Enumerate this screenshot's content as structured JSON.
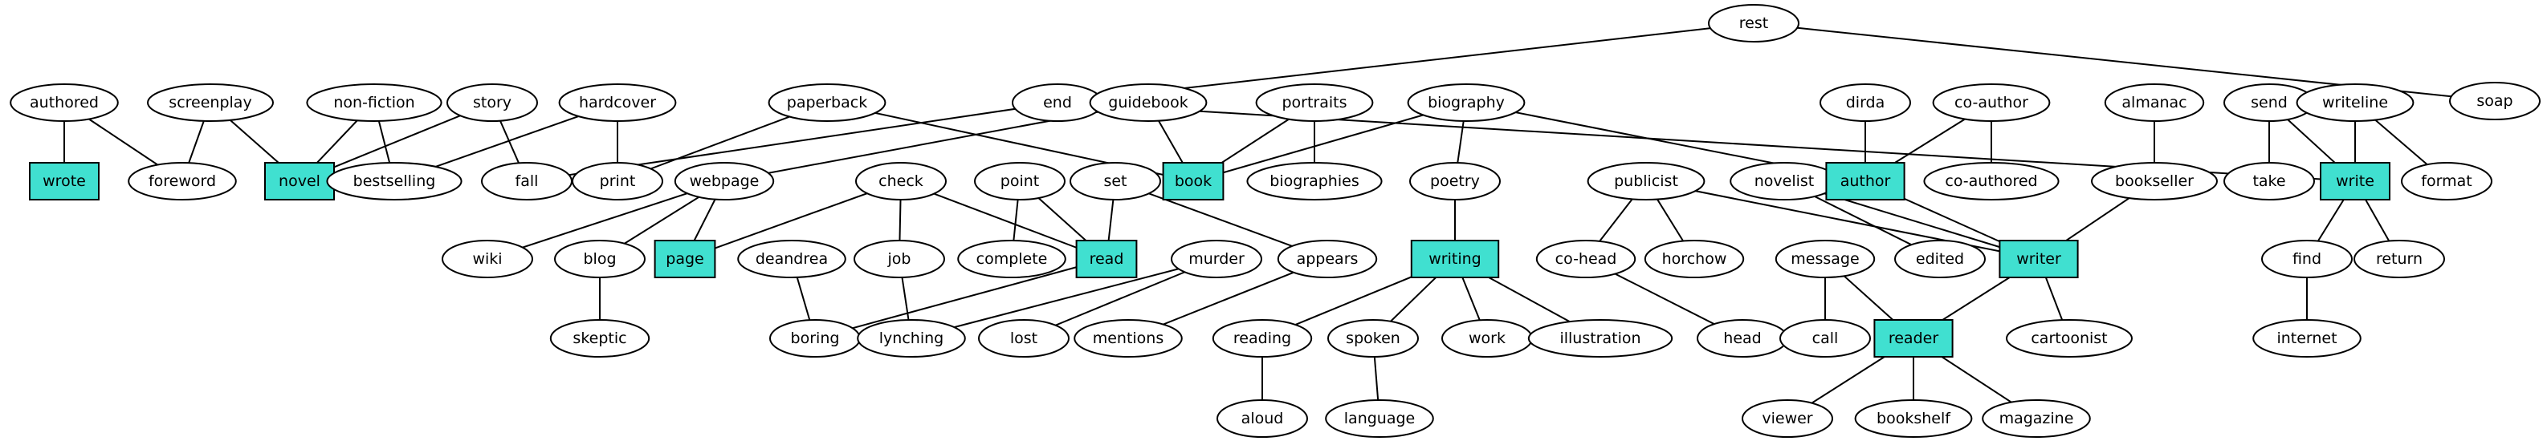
{
  "colors": {
    "highlight_fill": "#40e0d0",
    "node_fill": "#ffffff",
    "stroke": "#000000"
  },
  "nodes": [
    {
      "id": "rest",
      "label": "rest",
      "shape": "ellipse"
    },
    {
      "id": "soap",
      "label": "soap",
      "shape": "ellipse"
    },
    {
      "id": "authored",
      "label": "authored",
      "shape": "ellipse"
    },
    {
      "id": "screenplay",
      "label": "screenplay",
      "shape": "ellipse"
    },
    {
      "id": "non-fiction",
      "label": "non-fiction",
      "shape": "ellipse"
    },
    {
      "id": "story",
      "label": "story",
      "shape": "ellipse"
    },
    {
      "id": "hardcover",
      "label": "hardcover",
      "shape": "ellipse"
    },
    {
      "id": "paperback",
      "label": "paperback",
      "shape": "ellipse"
    },
    {
      "id": "end",
      "label": "end",
      "shape": "ellipse"
    },
    {
      "id": "guidebook",
      "label": "guidebook",
      "shape": "ellipse"
    },
    {
      "id": "portraits",
      "label": "portraits",
      "shape": "ellipse"
    },
    {
      "id": "biography",
      "label": "biography",
      "shape": "ellipse"
    },
    {
      "id": "dirda",
      "label": "dirda",
      "shape": "ellipse"
    },
    {
      "id": "co-author",
      "label": "co-author",
      "shape": "ellipse"
    },
    {
      "id": "almanac",
      "label": "almanac",
      "shape": "ellipse"
    },
    {
      "id": "send",
      "label": "send",
      "shape": "ellipse"
    },
    {
      "id": "writeline",
      "label": "writeline",
      "shape": "ellipse"
    },
    {
      "id": "wrote",
      "label": "wrote",
      "shape": "box"
    },
    {
      "id": "foreword",
      "label": "foreword",
      "shape": "ellipse"
    },
    {
      "id": "novel",
      "label": "novel",
      "shape": "box"
    },
    {
      "id": "bestselling",
      "label": "bestselling",
      "shape": "ellipse"
    },
    {
      "id": "fall",
      "label": "fall",
      "shape": "ellipse"
    },
    {
      "id": "print",
      "label": "print",
      "shape": "ellipse"
    },
    {
      "id": "webpage",
      "label": "webpage",
      "shape": "ellipse"
    },
    {
      "id": "check",
      "label": "check",
      "shape": "ellipse"
    },
    {
      "id": "point",
      "label": "point",
      "shape": "ellipse"
    },
    {
      "id": "set",
      "label": "set",
      "shape": "ellipse"
    },
    {
      "id": "book",
      "label": "book",
      "shape": "box"
    },
    {
      "id": "biographies",
      "label": "biographies",
      "shape": "ellipse"
    },
    {
      "id": "poetry",
      "label": "poetry",
      "shape": "ellipse"
    },
    {
      "id": "publicist",
      "label": "publicist",
      "shape": "ellipse"
    },
    {
      "id": "novelist",
      "label": "novelist",
      "shape": "ellipse"
    },
    {
      "id": "author",
      "label": "author",
      "shape": "box"
    },
    {
      "id": "co-authored",
      "label": "co-authored",
      "shape": "ellipse"
    },
    {
      "id": "bookseller",
      "label": "bookseller",
      "shape": "ellipse"
    },
    {
      "id": "take",
      "label": "take",
      "shape": "ellipse"
    },
    {
      "id": "write",
      "label": "write",
      "shape": "box"
    },
    {
      "id": "format",
      "label": "format",
      "shape": "ellipse"
    },
    {
      "id": "wiki",
      "label": "wiki",
      "shape": "ellipse"
    },
    {
      "id": "blog",
      "label": "blog",
      "shape": "ellipse"
    },
    {
      "id": "page",
      "label": "page",
      "shape": "box"
    },
    {
      "id": "deandrea",
      "label": "deandrea",
      "shape": "ellipse"
    },
    {
      "id": "job",
      "label": "job",
      "shape": "ellipse"
    },
    {
      "id": "complete",
      "label": "complete",
      "shape": "ellipse"
    },
    {
      "id": "read",
      "label": "read",
      "shape": "box"
    },
    {
      "id": "murder",
      "label": "murder",
      "shape": "ellipse"
    },
    {
      "id": "appears",
      "label": "appears",
      "shape": "ellipse"
    },
    {
      "id": "writing",
      "label": "writing",
      "shape": "box"
    },
    {
      "id": "co-head",
      "label": "co-head",
      "shape": "ellipse"
    },
    {
      "id": "horchow",
      "label": "horchow",
      "shape": "ellipse"
    },
    {
      "id": "message",
      "label": "message",
      "shape": "ellipse"
    },
    {
      "id": "edited",
      "label": "edited",
      "shape": "ellipse"
    },
    {
      "id": "writer",
      "label": "writer",
      "shape": "box"
    },
    {
      "id": "find",
      "label": "find",
      "shape": "ellipse"
    },
    {
      "id": "return",
      "label": "return",
      "shape": "ellipse"
    },
    {
      "id": "skeptic",
      "label": "skeptic",
      "shape": "ellipse"
    },
    {
      "id": "boring",
      "label": "boring",
      "shape": "ellipse"
    },
    {
      "id": "lynching",
      "label": "lynching",
      "shape": "ellipse"
    },
    {
      "id": "lost",
      "label": "lost",
      "shape": "ellipse"
    },
    {
      "id": "mentions",
      "label": "mentions",
      "shape": "ellipse"
    },
    {
      "id": "reading",
      "label": "reading",
      "shape": "ellipse"
    },
    {
      "id": "spoken",
      "label": "spoken",
      "shape": "ellipse"
    },
    {
      "id": "work",
      "label": "work",
      "shape": "ellipse"
    },
    {
      "id": "illustration",
      "label": "illustration",
      "shape": "ellipse"
    },
    {
      "id": "head",
      "label": "head",
      "shape": "ellipse"
    },
    {
      "id": "call",
      "label": "call",
      "shape": "ellipse"
    },
    {
      "id": "reader",
      "label": "reader",
      "shape": "box"
    },
    {
      "id": "cartoonist",
      "label": "cartoonist",
      "shape": "ellipse"
    },
    {
      "id": "internet",
      "label": "internet",
      "shape": "ellipse"
    },
    {
      "id": "aloud",
      "label": "aloud",
      "shape": "ellipse"
    },
    {
      "id": "language",
      "label": "language",
      "shape": "ellipse"
    },
    {
      "id": "viewer",
      "label": "viewer",
      "shape": "ellipse"
    },
    {
      "id": "bookshelf",
      "label": "bookshelf",
      "shape": "ellipse"
    },
    {
      "id": "magazine",
      "label": "magazine",
      "shape": "ellipse"
    }
  ],
  "edges": [
    [
      "rest",
      "end"
    ],
    [
      "rest",
      "soap"
    ],
    [
      "authored",
      "wrote"
    ],
    [
      "authored",
      "foreword"
    ],
    [
      "screenplay",
      "foreword"
    ],
    [
      "screenplay",
      "novel"
    ],
    [
      "non-fiction",
      "novel"
    ],
    [
      "non-fiction",
      "bestselling"
    ],
    [
      "story",
      "novel"
    ],
    [
      "story",
      "fall"
    ],
    [
      "hardcover",
      "bestselling"
    ],
    [
      "hardcover",
      "print"
    ],
    [
      "paperback",
      "print"
    ],
    [
      "paperback",
      "book"
    ],
    [
      "end",
      "fall"
    ],
    [
      "end",
      "write"
    ],
    [
      "guidebook",
      "book"
    ],
    [
      "guidebook",
      "webpage"
    ],
    [
      "portraits",
      "book"
    ],
    [
      "portraits",
      "biographies"
    ],
    [
      "biography",
      "book"
    ],
    [
      "biography",
      "poetry"
    ],
    [
      "biography",
      "author"
    ],
    [
      "dirda",
      "author"
    ],
    [
      "co-author",
      "author"
    ],
    [
      "co-author",
      "co-authored"
    ],
    [
      "almanac",
      "bookseller"
    ],
    [
      "send",
      "take"
    ],
    [
      "send",
      "write"
    ],
    [
      "writeline",
      "write"
    ],
    [
      "writeline",
      "format"
    ],
    [
      "webpage",
      "wiki"
    ],
    [
      "webpage",
      "blog"
    ],
    [
      "webpage",
      "page"
    ],
    [
      "check",
      "page"
    ],
    [
      "check",
      "job"
    ],
    [
      "check",
      "read"
    ],
    [
      "point",
      "complete"
    ],
    [
      "point",
      "read"
    ],
    [
      "set",
      "read"
    ],
    [
      "set",
      "appears"
    ],
    [
      "poetry",
      "writing"
    ],
    [
      "publicist",
      "co-head"
    ],
    [
      "publicist",
      "horchow"
    ],
    [
      "publicist",
      "writer"
    ],
    [
      "novelist",
      "edited"
    ],
    [
      "novelist",
      "writer"
    ],
    [
      "author",
      "writer"
    ],
    [
      "bookseller",
      "writer"
    ],
    [
      "write",
      "find"
    ],
    [
      "write",
      "return"
    ],
    [
      "blog",
      "skeptic"
    ],
    [
      "deandrea",
      "boring"
    ],
    [
      "job",
      "lynching"
    ],
    [
      "read",
      "boring"
    ],
    [
      "murder",
      "lynching"
    ],
    [
      "murder",
      "lost"
    ],
    [
      "appears",
      "mentions"
    ],
    [
      "writing",
      "reading"
    ],
    [
      "writing",
      "spoken"
    ],
    [
      "writing",
      "work"
    ],
    [
      "writing",
      "illustration"
    ],
    [
      "co-head",
      "head"
    ],
    [
      "message",
      "call"
    ],
    [
      "message",
      "reader"
    ],
    [
      "writer",
      "reader"
    ],
    [
      "writer",
      "cartoonist"
    ],
    [
      "find",
      "internet"
    ],
    [
      "reading",
      "aloud"
    ],
    [
      "spoken",
      "language"
    ],
    [
      "reader",
      "viewer"
    ],
    [
      "reader",
      "bookshelf"
    ],
    [
      "reader",
      "magazine"
    ]
  ]
}
